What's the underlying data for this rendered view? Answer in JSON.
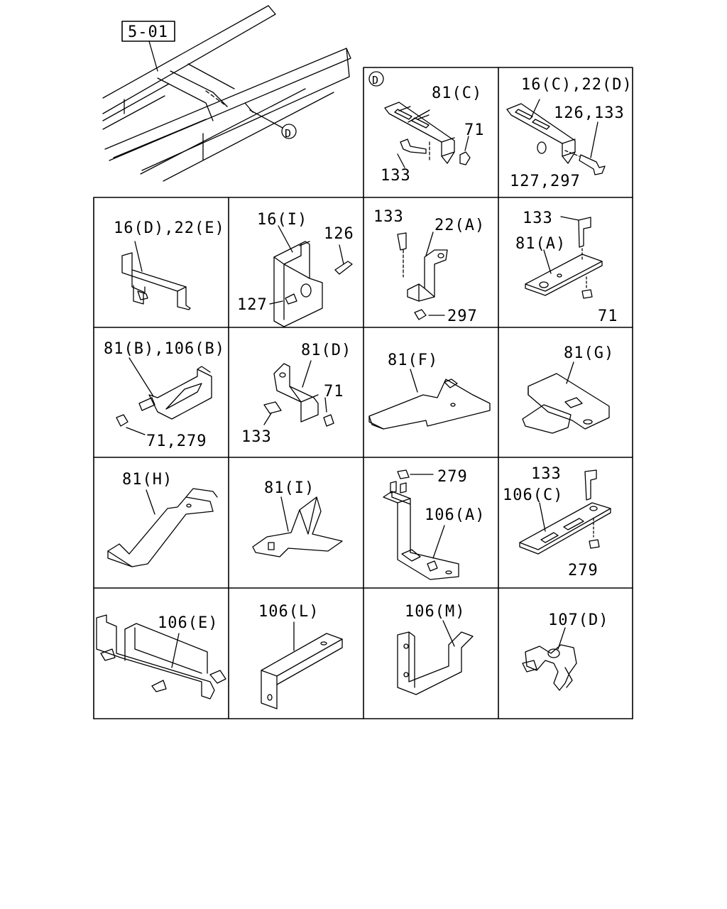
{
  "ref_box": "5-01",
  "detail_marker": "D",
  "cells": [
    {
      "id": "c1",
      "labels": [
        "81(C)",
        "71",
        "133"
      ]
    },
    {
      "id": "c2",
      "labels": [
        "16(C),22(D)",
        "126,133",
        "127,297"
      ]
    },
    {
      "id": "c3",
      "labels": [
        "16(D),22(E)"
      ]
    },
    {
      "id": "c4",
      "labels": [
        "16(I)",
        "126",
        "127"
      ]
    },
    {
      "id": "c5",
      "labels": [
        "133",
        "22(A)",
        "297"
      ]
    },
    {
      "id": "c6",
      "labels": [
        "133",
        "81(A)",
        "71"
      ]
    },
    {
      "id": "c7",
      "labels": [
        "81(B),106(B)",
        "71,279"
      ]
    },
    {
      "id": "c8",
      "labels": [
        "81(D)",
        "71",
        "133"
      ]
    },
    {
      "id": "c9",
      "labels": [
        "81(F)"
      ]
    },
    {
      "id": "c10",
      "labels": [
        "81(G)"
      ]
    },
    {
      "id": "c11",
      "labels": [
        "81(H)"
      ]
    },
    {
      "id": "c12",
      "labels": [
        "81(I)"
      ]
    },
    {
      "id": "c13",
      "labels": [
        "279",
        "106(A)"
      ]
    },
    {
      "id": "c14",
      "labels": [
        "133",
        "106(C)",
        "279"
      ]
    },
    {
      "id": "c15",
      "labels": [
        "106(E)"
      ]
    },
    {
      "id": "c16",
      "labels": [
        "106(L)"
      ]
    },
    {
      "id": "c17",
      "labels": [
        "106(M)"
      ]
    },
    {
      "id": "c18",
      "labels": [
        "107(D)"
      ]
    }
  ]
}
